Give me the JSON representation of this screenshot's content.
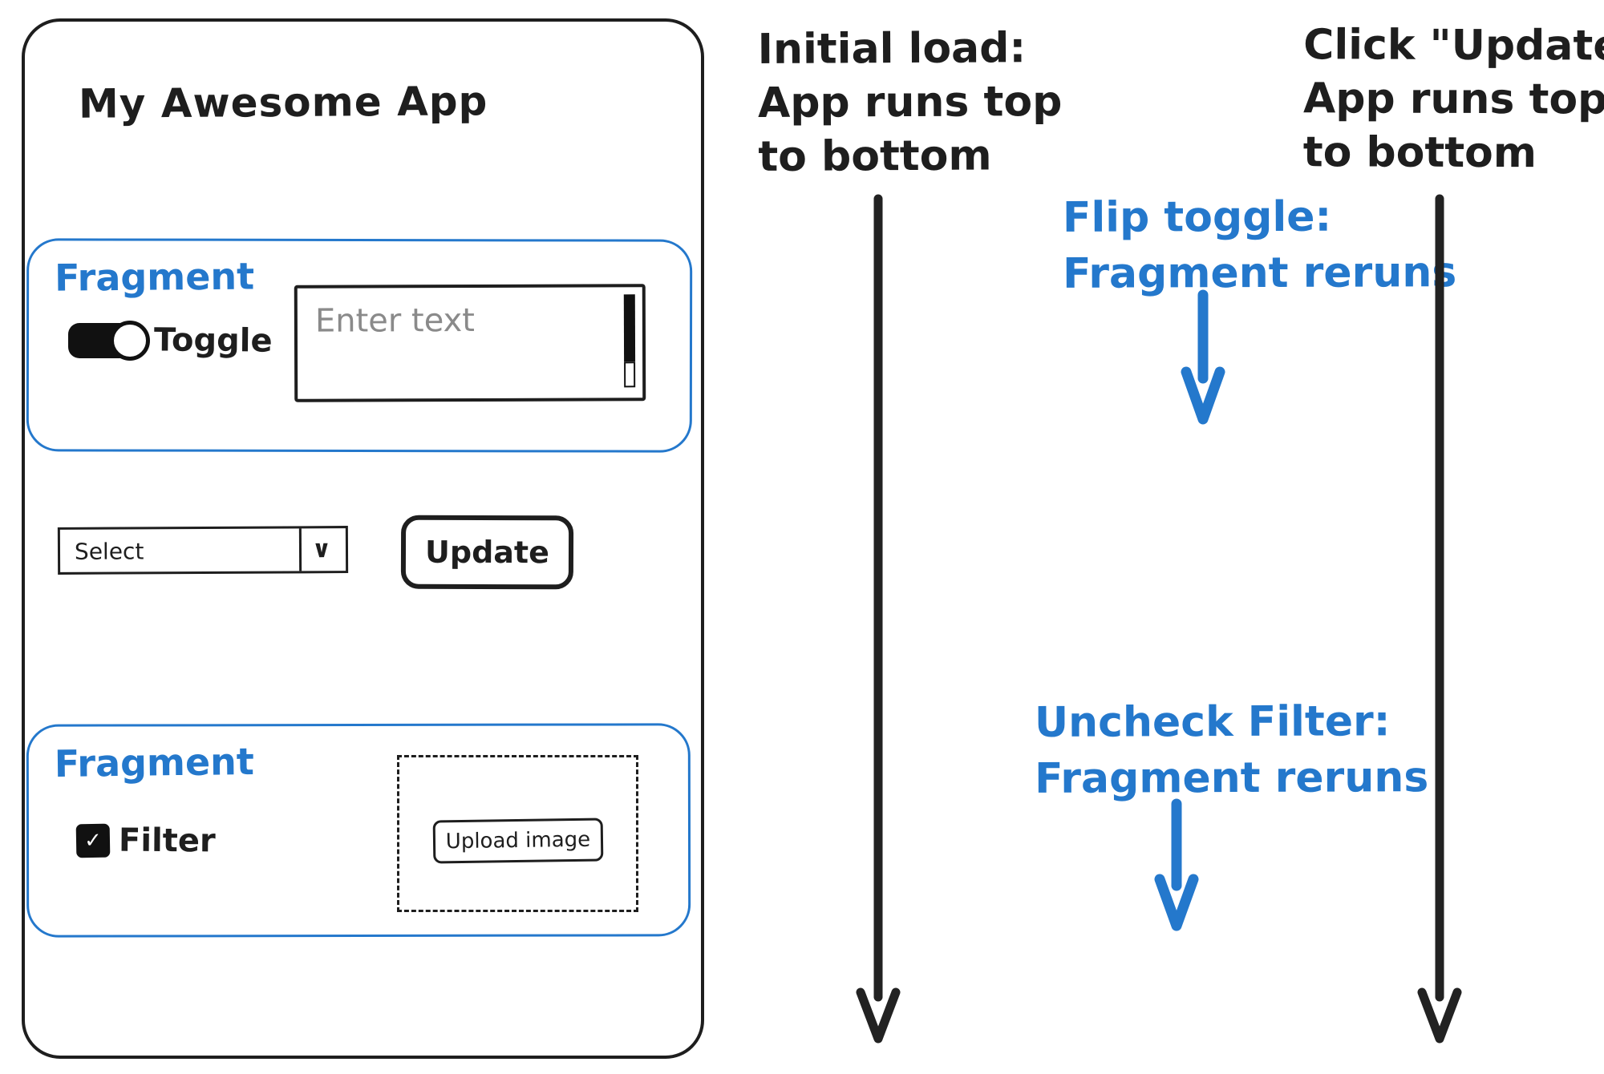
{
  "app": {
    "title": "My Awesome App",
    "fragment1": {
      "label": "Fragment",
      "toggle_label": "Toggle",
      "input_placeholder": "Enter text"
    },
    "select": {
      "value": "Select"
    },
    "update_button": {
      "label": "Update"
    },
    "fragment2": {
      "label": "Fragment",
      "filter_label": "Filter",
      "upload_button_label": "Upload image"
    }
  },
  "annotations": {
    "initial_load": {
      "lines": [
        "Initial load:",
        "App runs top",
        "to bottom"
      ]
    },
    "flip_toggle": {
      "lines": [
        "Flip toggle:",
        "Fragment reruns"
      ]
    },
    "uncheck_filter": {
      "lines": [
        "Uncheck Filter:",
        "Fragment reruns"
      ]
    },
    "click_update": {
      "lines": [
        "Click \"Update\":",
        "App runs top",
        "to bottom"
      ]
    }
  },
  "icons": {
    "chevron_down": "∨",
    "checkmark": "✓"
  },
  "colors": {
    "ink": "#1e1e1e",
    "blue": "#2478cc",
    "placeholder_gray": "#8a8a8a"
  }
}
